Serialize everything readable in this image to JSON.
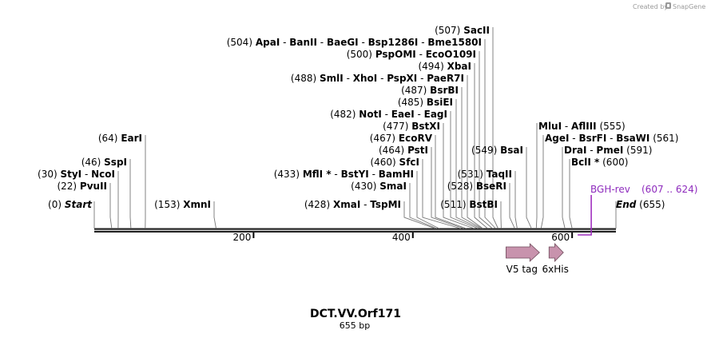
{
  "credit": {
    "text": "Created by",
    "brand": "SnapGene"
  },
  "sequence": {
    "name": "DCT.VV.Orf171",
    "length_label": "655 bp",
    "length": 655
  },
  "ruler": {
    "ticks": [
      "200",
      "400",
      "600"
    ]
  },
  "colors": {
    "backbone": "#222222",
    "feature_fill": "#c893ad",
    "feature_stroke": "#6e4a5a",
    "primer": "#a030c0",
    "leader": "#777777",
    "primer_label": "#8e2bbd"
  },
  "sites": [
    {
      "pos_label": "(0)",
      "names": [
        "Start"
      ],
      "italic": true,
      "cut": 0
    },
    {
      "pos_label": "(22)",
      "names": [
        "PvuII"
      ],
      "cut": 22
    },
    {
      "pos_label": "(30)",
      "names": [
        "StyI",
        "NcoI"
      ],
      "cut": 30
    },
    {
      "pos_label": "(46)",
      "names": [
        "SspI"
      ],
      "cut": 46
    },
    {
      "pos_label": "(64)",
      "names": [
        "EarI"
      ],
      "cut": 64
    },
    {
      "pos_label": "(153)",
      "names": [
        "XmnI"
      ],
      "cut": 153
    },
    {
      "pos_label": "(428)",
      "names": [
        "XmaI",
        "TspMI"
      ],
      "cut": 428
    },
    {
      "pos_label": "(430)",
      "names": [
        "SmaI"
      ],
      "cut": 430
    },
    {
      "pos_label": "(433)",
      "names": [
        "MflI *",
        "BstYI",
        "BamHI"
      ],
      "cut": 433
    },
    {
      "pos_label": "(460)",
      "names": [
        "SfcI"
      ],
      "cut": 460
    },
    {
      "pos_label": "(464)",
      "names": [
        "PstI"
      ],
      "cut": 464
    },
    {
      "pos_label": "(467)",
      "names": [
        "EcoRV"
      ],
      "cut": 467
    },
    {
      "pos_label": "(477)",
      "names": [
        "BstXI"
      ],
      "cut": 477
    },
    {
      "pos_label": "(482)",
      "names": [
        "NotI",
        "EaeI",
        "EagI"
      ],
      "cut": 482
    },
    {
      "pos_label": "(485)",
      "names": [
        "BsiEI"
      ],
      "cut": 485
    },
    {
      "pos_label": "(487)",
      "names": [
        "BsrBI"
      ],
      "cut": 487
    },
    {
      "pos_label": "(488)",
      "names": [
        "SmlI",
        "XhoI",
        "PspXI",
        "PaeR7I"
      ],
      "cut": 488
    },
    {
      "pos_label": "(494)",
      "names": [
        "XbaI"
      ],
      "cut": 494
    },
    {
      "pos_label": "(500)",
      "names": [
        "PspOMI",
        "EcoO109I"
      ],
      "cut": 500
    },
    {
      "pos_label": "(504)",
      "names": [
        "ApaI",
        "BanII",
        "BaeGI",
        "Bsp1286I",
        "Bme1580I"
      ],
      "cut": 504
    },
    {
      "pos_label": "(507)",
      "names": [
        "SacII"
      ],
      "cut": 507
    },
    {
      "pos_label": "(511)",
      "names": [
        "BstBI"
      ],
      "cut": 511
    },
    {
      "pos_label": "(528)",
      "names": [
        "BseRI"
      ],
      "cut": 528
    },
    {
      "pos_label": "(531)",
      "names": [
        "TaqII"
      ],
      "cut": 531
    },
    {
      "pos_label": "(549)",
      "names": [
        "BsaI"
      ],
      "cut": 549
    },
    {
      "pos_label": "(555)",
      "names": [
        "MluI",
        "AflIII"
      ],
      "cut": 555,
      "pos_right": true
    },
    {
      "pos_label": "(561)",
      "names": [
        "AgeI",
        "BsrFI",
        "BsaWI"
      ],
      "cut": 561,
      "pos_right": true
    },
    {
      "pos_label": "(591)",
      "names": [
        "DraI",
        "PmeI"
      ],
      "cut": 591,
      "pos_right": true
    },
    {
      "pos_label": "(600)",
      "names": [
        "BclI *"
      ],
      "cut": 600,
      "pos_right": true
    },
    {
      "pos_label": "(655)",
      "names": [
        "End"
      ],
      "italic": true,
      "cut": 655,
      "pos_right": true
    }
  ],
  "primer": {
    "name": "BGH-rev",
    "range_label": "(607 .. 624)",
    "start": 607,
    "end": 624
  },
  "features": [
    {
      "name": "V5 tag",
      "start": 517,
      "end": 559
    },
    {
      "name": "6xHis",
      "start": 571,
      "end": 589
    }
  ]
}
